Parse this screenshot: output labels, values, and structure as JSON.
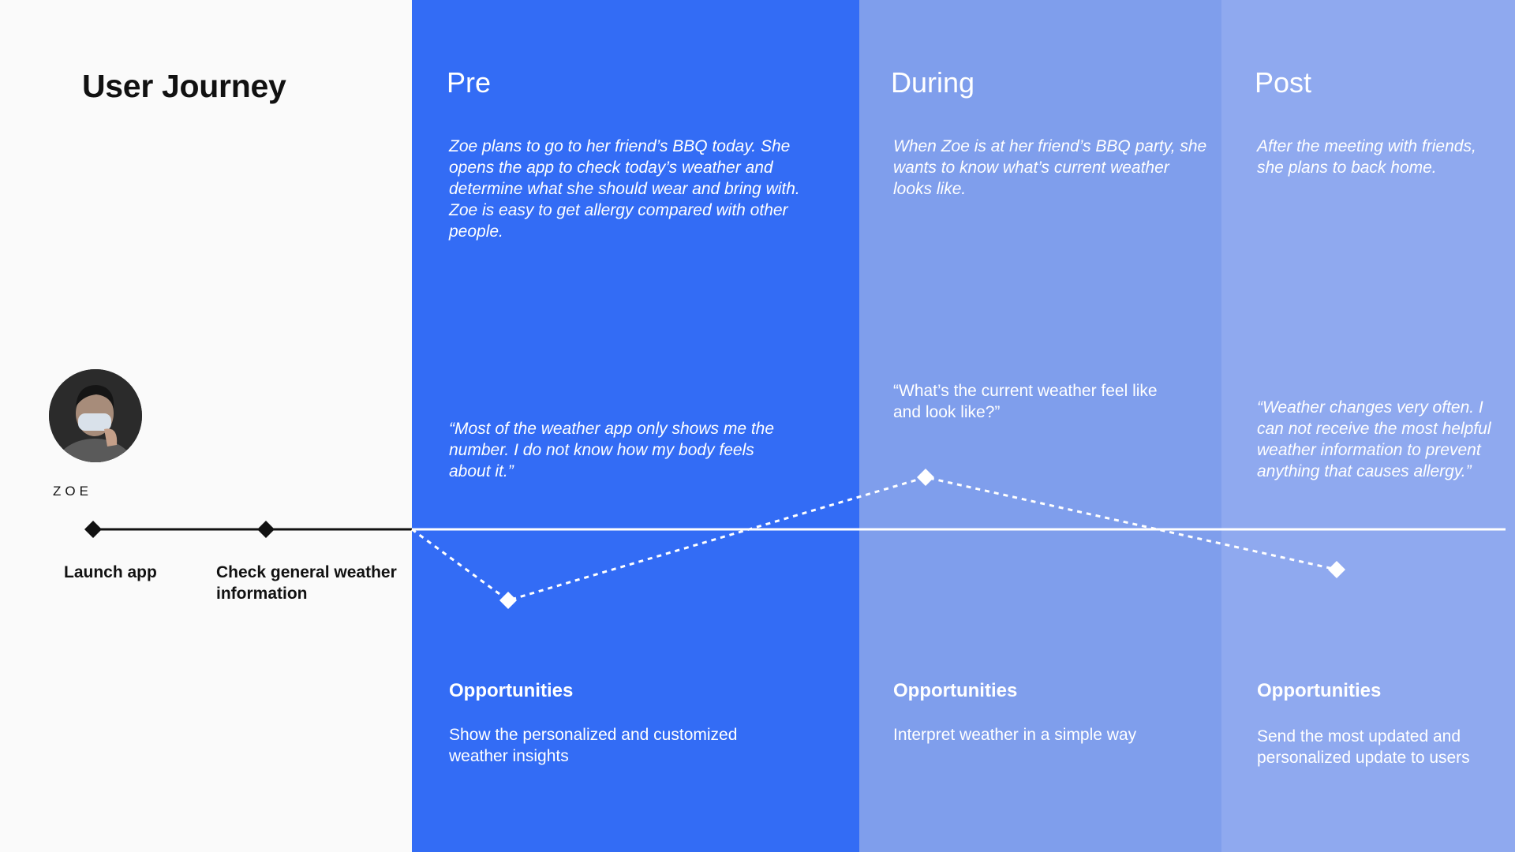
{
  "header": {
    "title": "User Journey"
  },
  "persona": {
    "name": "ZOE"
  },
  "steps": [
    {
      "label": "Launch app"
    },
    {
      "label": "Check general weather information"
    }
  ],
  "phases": [
    {
      "title": "Pre",
      "description": "Zoe plans to go to her friend’s BBQ today. She opens the app to check today’s weather and determine what she should wear and bring with. Zoe is easy to get allergy compared with other people.",
      "quote": "“Most of the weather app only shows me the number. I do not know how my body feels about it.”",
      "opportunity_title": "Opportunities",
      "opportunity_text": "Show the personalized and customized weather insights"
    },
    {
      "title": "During",
      "description": "When Zoe is at her friend’s BBQ party, she wants to know what’s current weather looks like.",
      "quote": "“What’s the current weather feel like and look like?”",
      "opportunity_title": "Opportunities",
      "opportunity_text": "Interpret weather in a simple way"
    },
    {
      "title": "Post",
      "description": "After the meeting with friends, she plans to back home.",
      "quote": "“Weather changes very often. I can not receive the most helpful weather information to prevent anything that causes allergy.”",
      "opportunity_title": "Opportunities",
      "opportunity_text": "Send the most updated and personalized update to users"
    }
  ],
  "colors": {
    "pre_panel": "#336cf5",
    "during_panel": "#7f9eec",
    "post_panel": "#8fa9ef",
    "background": "#fafafa",
    "text_dark": "#111111",
    "text_light": "#ffffff"
  }
}
